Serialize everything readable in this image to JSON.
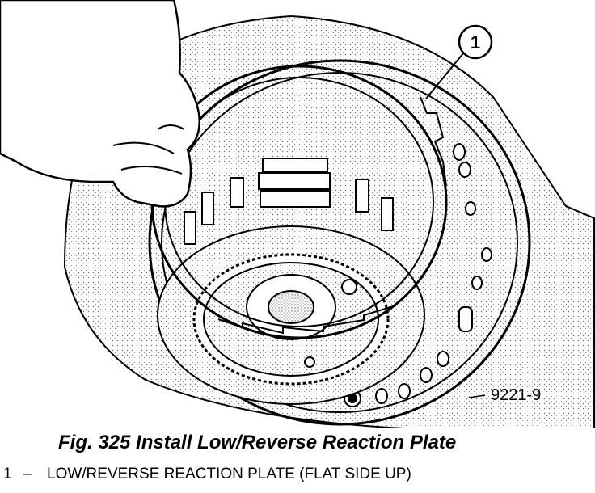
{
  "figure": {
    "callout_number": "1",
    "plate_id": "9221-9"
  },
  "caption": {
    "title": "Fig. 325 Install Low/Reverse Reaction Plate"
  },
  "legend": {
    "items": [
      {
        "number": "1",
        "separator": "–",
        "text": "LOW/REVERSE REACTION PLATE (FLAT SIDE UP)"
      }
    ]
  }
}
